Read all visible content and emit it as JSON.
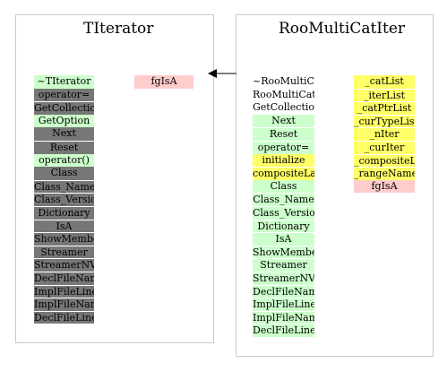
{
  "left_class": {
    "title": "TIterator",
    "methods": [
      {
        "label": "~TIterator",
        "style": "green"
      },
      {
        "label": "operator=",
        "style": "gray"
      },
      {
        "label": "GetCollection",
        "style": "gray"
      },
      {
        "label": "GetOption",
        "style": "green"
      },
      {
        "label": "Next",
        "style": "gray"
      },
      {
        "label": "Reset",
        "style": "gray"
      },
      {
        "label": "operator()",
        "style": "green"
      },
      {
        "label": "Class",
        "style": "gray"
      },
      {
        "label": "Class_Name",
        "style": "gray"
      },
      {
        "label": "Class_Version",
        "style": "gray"
      },
      {
        "label": "Dictionary",
        "style": "gray"
      },
      {
        "label": "IsA",
        "style": "gray"
      },
      {
        "label": "ShowMembers",
        "style": "gray"
      },
      {
        "label": "Streamer",
        "style": "gray"
      },
      {
        "label": "StreamerNVirtual",
        "style": "gray"
      },
      {
        "label": "DeclFileName",
        "style": "gray"
      },
      {
        "label": "ImplFileLine",
        "style": "gray"
      },
      {
        "label": "ImplFileName",
        "style": "gray"
      },
      {
        "label": "DeclFileLine",
        "style": "gray"
      }
    ],
    "members": [
      {
        "label": "fgIsA",
        "style": "pink"
      }
    ]
  },
  "right_class": {
    "title": "RooMultiCatIter",
    "methods": [
      {
        "label": "~RooMultiCatIter",
        "style": "plain"
      },
      {
        "label": "RooMultiCatIter",
        "style": "plain"
      },
      {
        "label": "GetCollection",
        "style": "plain"
      },
      {
        "label": "Next",
        "style": "green"
      },
      {
        "label": "Reset",
        "style": "green"
      },
      {
        "label": "operator=",
        "style": "green"
      },
      {
        "label": "initialize",
        "style": "yellow"
      },
      {
        "label": "compositeLabel",
        "style": "yellow"
      },
      {
        "label": "Class",
        "style": "green"
      },
      {
        "label": "Class_Name",
        "style": "green"
      },
      {
        "label": "Class_Version",
        "style": "green"
      },
      {
        "label": "Dictionary",
        "style": "green"
      },
      {
        "label": "IsA",
        "style": "green"
      },
      {
        "label": "ShowMembers",
        "style": "green"
      },
      {
        "label": "Streamer",
        "style": "green"
      },
      {
        "label": "StreamerNVirtual",
        "style": "green"
      },
      {
        "label": "DeclFileName",
        "style": "green"
      },
      {
        "label": "ImplFileLine",
        "style": "green"
      },
      {
        "label": "ImplFileName",
        "style": "green"
      },
      {
        "label": "DeclFileLine",
        "style": "green"
      }
    ],
    "members": [
      {
        "label": "_catList",
        "style": "yellow"
      },
      {
        "label": "_iterList",
        "style": "yellow"
      },
      {
        "label": "_catPtrList",
        "style": "yellow"
      },
      {
        "label": "_curTypeList",
        "style": "yellow"
      },
      {
        "label": "_nIter",
        "style": "yellow"
      },
      {
        "label": "_curIter",
        "style": "yellow"
      },
      {
        "label": "_compositeLabel",
        "style": "yellow"
      },
      {
        "label": "_rangeName",
        "style": "yellow"
      },
      {
        "label": "fgIsA",
        "style": "pink"
      }
    ]
  },
  "colors": {
    "green": "#ccffcc",
    "gray": "#777777",
    "yellow": "#ffff66",
    "pink": "#ffcccc",
    "border": "#c8c8c8"
  }
}
